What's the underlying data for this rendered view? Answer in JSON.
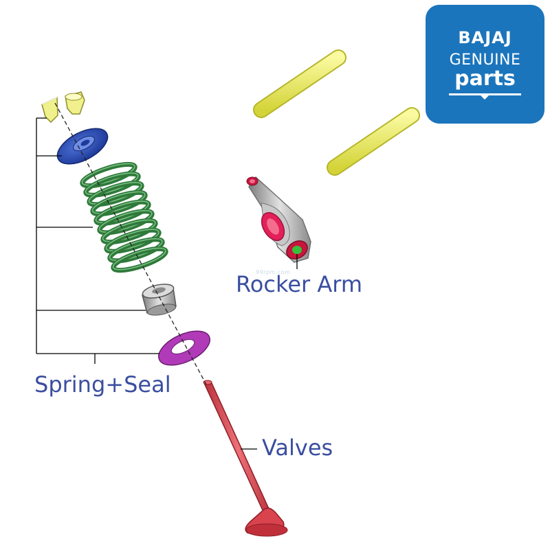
{
  "labels": {
    "rocker_arm": "Rocker Arm",
    "spring_seal": "Spring+Seal",
    "valves": "Valves"
  },
  "logo": {
    "line1": "BAJAJ",
    "line2": "GENUINE",
    "line3": "parts"
  },
  "watermark": "99rpm.com",
  "colors": {
    "label_text": "#3a4ea0",
    "logo_bg": "#1b75bc",
    "push_rod": "#eeee66",
    "retainer_cotter": "#eeee88",
    "spring_retainer": "#2a4db5",
    "valve_spring": "#2f7a3a",
    "valve_stem_seal": "#9e9e9e",
    "spring_seat_washer": "#b03ab8",
    "valve": "#d9434d",
    "rocker_arm": "#a9a9a9",
    "rocker_highlight": "#e3205a",
    "rocker_pivot": "#35c23a",
    "leader_lines": "#000000"
  }
}
